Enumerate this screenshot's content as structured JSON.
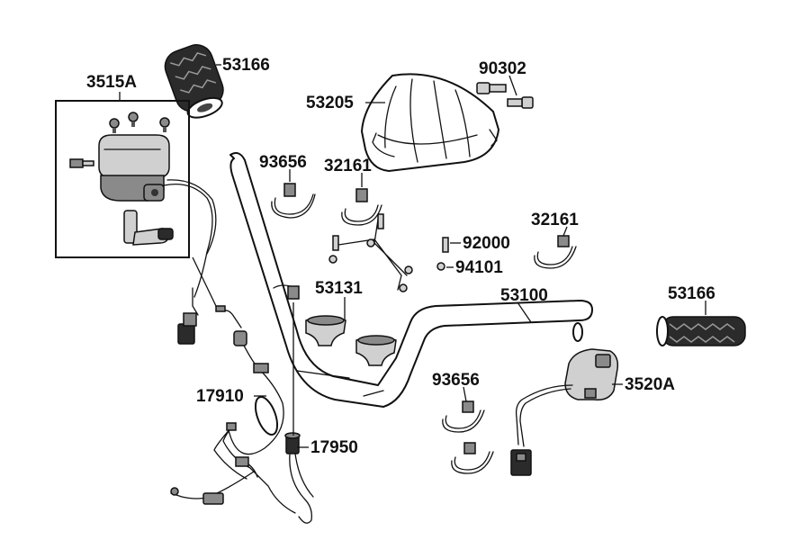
{
  "labels": {
    "p53166_top": "53166",
    "p3515A": "3515A",
    "p53205": "53205",
    "p90302": "90302",
    "p93656_top": "93656",
    "p32161_left": "32161",
    "p32161_right": "32161",
    "p92000": "92000",
    "p94101": "94101",
    "p53131": "53131",
    "p53100": "53100",
    "p53166_right": "53166",
    "p93656_bottom": "93656",
    "p3520A": "3520A",
    "p17910": "17910",
    "p17950": "17950"
  }
}
